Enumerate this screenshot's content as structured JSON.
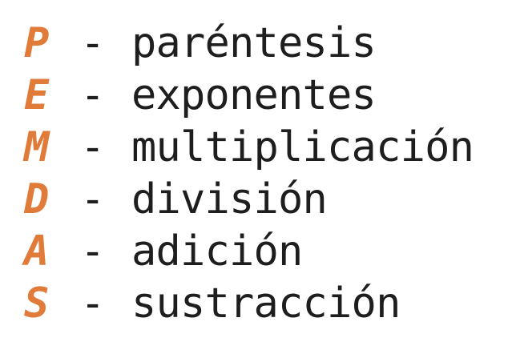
{
  "accent_color": "#e07b39",
  "text_color": "#1e1e1e",
  "rows": [
    {
      "letter": "P",
      "separator": "-",
      "word": "paréntesis"
    },
    {
      "letter": "E",
      "separator": "-",
      "word": "exponentes"
    },
    {
      "letter": "M",
      "separator": "-",
      "word": "multiplicación"
    },
    {
      "letter": "D",
      "separator": "-",
      "word": "división"
    },
    {
      "letter": "A",
      "separator": "-",
      "word": "adición"
    },
    {
      "letter": "S",
      "separator": "-",
      "word": "sustracción"
    }
  ]
}
